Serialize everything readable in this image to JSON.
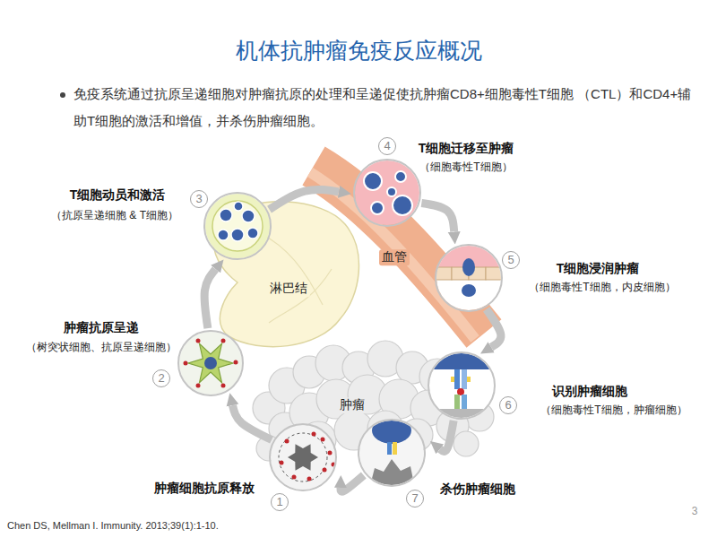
{
  "diagram": {
    "title": "机体抗肿瘤免疫反应概况",
    "nodes": [
      {
        "text": [
          "肿瘤细胞抗原释放"
        ]
      },
      {
        "text": [
          "肿瘤抗原呈递",
          "（树突状细胞、抗原呈递细胞）"
        ]
      },
      {
        "text": [
          "T细胞动员和激活",
          "（抗原呈递细胞 & T细胞）"
        ]
      },
      {
        "text": [
          "T细胞迁移至肿瘤",
          "（细胞毒性T细胞）"
        ]
      },
      {
        "text": [
          "T细胞浸润肿瘤",
          "（细胞毒性T细胞，内皮细胞）"
        ]
      },
      {
        "text": [
          "识别肿瘤细胞",
          "（细胞毒性T细胞，肿瘤细胞）"
        ]
      },
      {
        "text": [
          "杀伤肿瘤细胞"
        ]
      }
    ],
    "edges": [
      {
        "from": 0,
        "to": 1,
        "arrow": "to"
      },
      {
        "from": 1,
        "to": 2,
        "arrow": "to"
      },
      {
        "from": 2,
        "to": 3,
        "arrow": "to"
      },
      {
        "from": 3,
        "to": 4,
        "arrow": "to"
      },
      {
        "from": 4,
        "to": 5,
        "arrow": "to"
      },
      {
        "from": 5,
        "to": 6,
        "arrow": "to"
      },
      {
        "from": 6,
        "to": 0,
        "arrow": "to"
      }
    ],
    "labels": [
      "免疫系统通过抗原呈递细胞对肿瘤抗原的处理和呈递促使抗肿瘤CD8+细胞毒性T细胞 （CTL）和CD4+辅助T细胞的激活和增值，并杀伤肿瘤细胞。",
      "淋巴结",
      "血管",
      "肿瘤",
      "1",
      "2",
      "3",
      "4",
      "5",
      "6",
      "7",
      "Chen DS, Mellman I. Immunity. 2013;39(1):1-10.",
      "3"
    ]
  }
}
